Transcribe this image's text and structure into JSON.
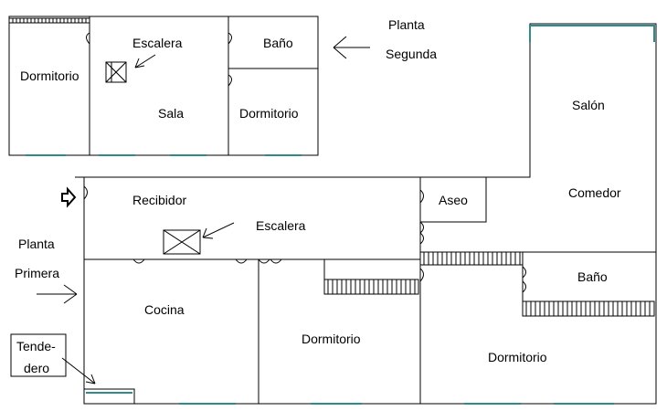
{
  "floor2": {
    "planta_word": "Planta",
    "level_word": "Segunda",
    "rooms": {
      "dormitorio_left": "Dormitorio",
      "escalera": "Escalera",
      "sala": "Sala",
      "bano": "Baño",
      "dormitorio_right": "Dormitorio"
    }
  },
  "floor1": {
    "planta_word": "Planta",
    "level_word": "Primera",
    "rooms": {
      "recibidor": "Recibidor",
      "escalera": "Escalera",
      "aseo": "Aseo",
      "salon": "Salón",
      "comedor": "Comedor",
      "bano": "Baño",
      "cocina": "Cocina",
      "dormitorio_mid": "Dormitorio",
      "dormitorio_right": "Dormitorio",
      "tendedero_line1": "Tende-",
      "tendedero_line2": "dero"
    }
  },
  "colors": {
    "walls": "#000000",
    "windows": "#2e8b8b",
    "background": "#ffffff"
  }
}
